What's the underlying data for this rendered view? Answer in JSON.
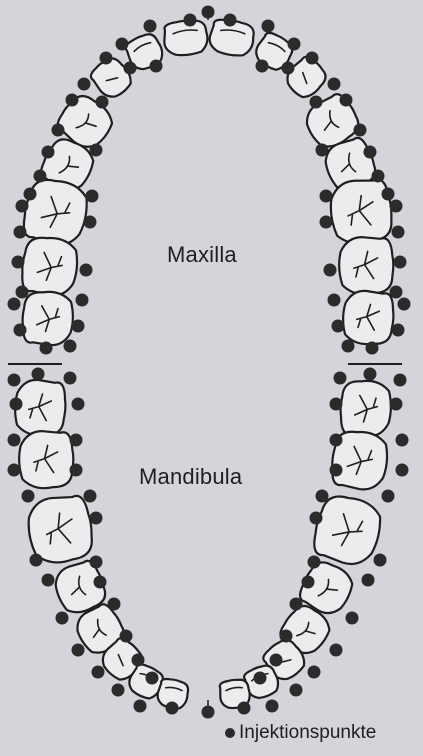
{
  "labels": {
    "upper": "Maxilla",
    "lower": "Mandibula"
  },
  "legend": {
    "text": "Injektionspunkte",
    "marker": "black-dot"
  },
  "colors": {
    "background": "#d6d3db",
    "tooth_fill": "#ececef",
    "outline": "#1f1f1f",
    "dot": "#2b2b2b"
  }
}
